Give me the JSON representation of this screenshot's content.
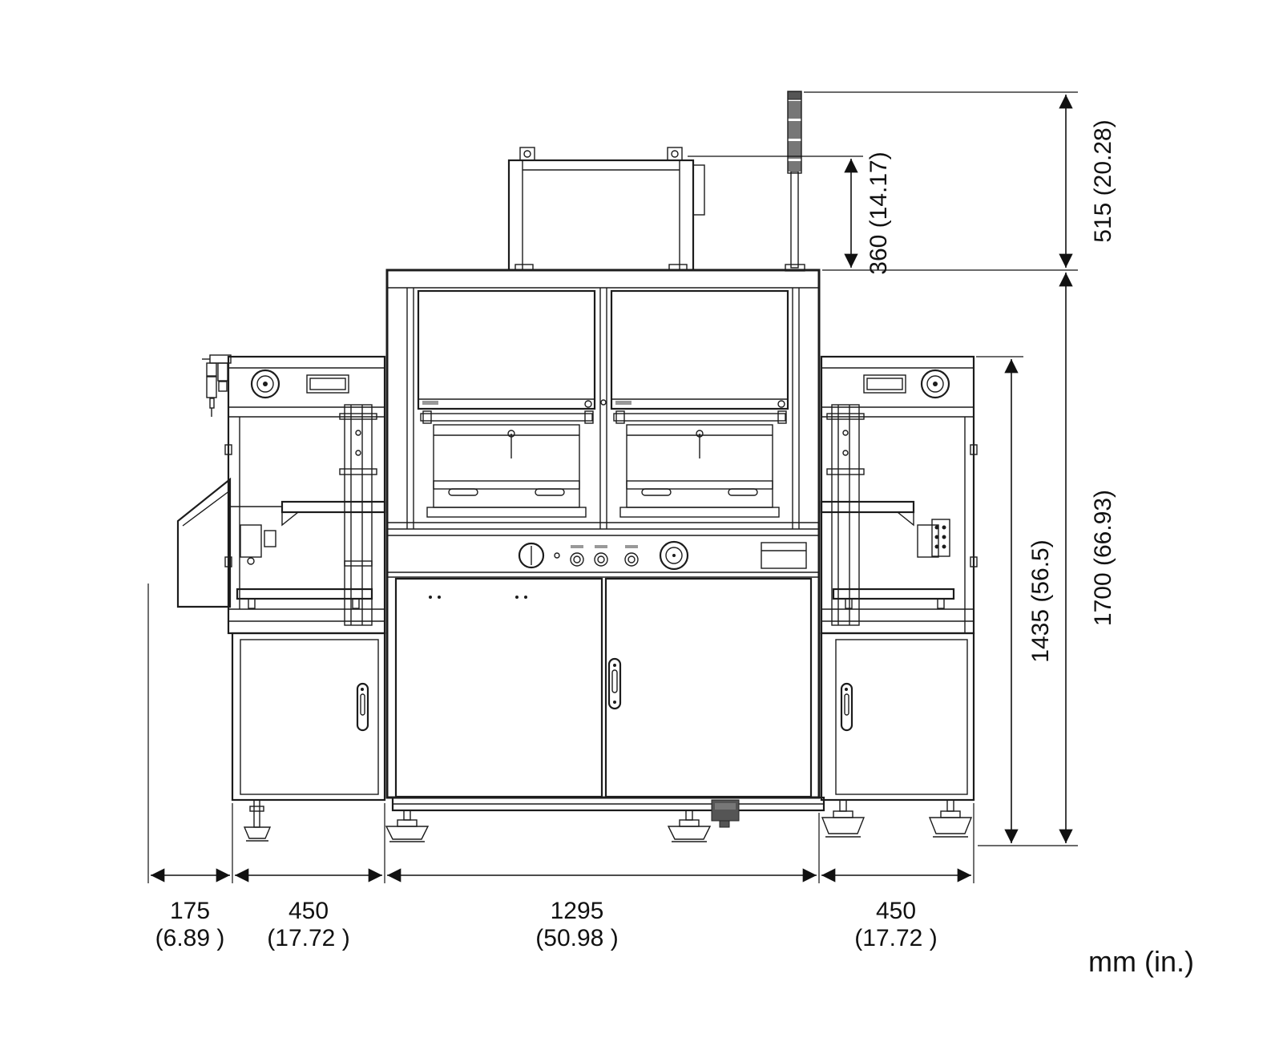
{
  "units_label": "mm (in.)",
  "colors": {
    "line": "#1c1c1c",
    "background": "#ffffff"
  },
  "dimensions": {
    "signal_tower_height": "515 (20.28)",
    "top_unit_height": "360 (14.17)",
    "overall_height": "1700 (66.93)",
    "frame_height": "1435 (56.5)",
    "left_protrusion": {
      "mm": "175",
      "inches": "(6.89 )"
    },
    "left_module_width": {
      "mm": "450",
      "inches": "(17.72 )"
    },
    "main_body_width": {
      "mm": "1295",
      "inches": "(50.98 )"
    },
    "right_module_width": {
      "mm": "450",
      "inches": "(17.72 )"
    }
  }
}
